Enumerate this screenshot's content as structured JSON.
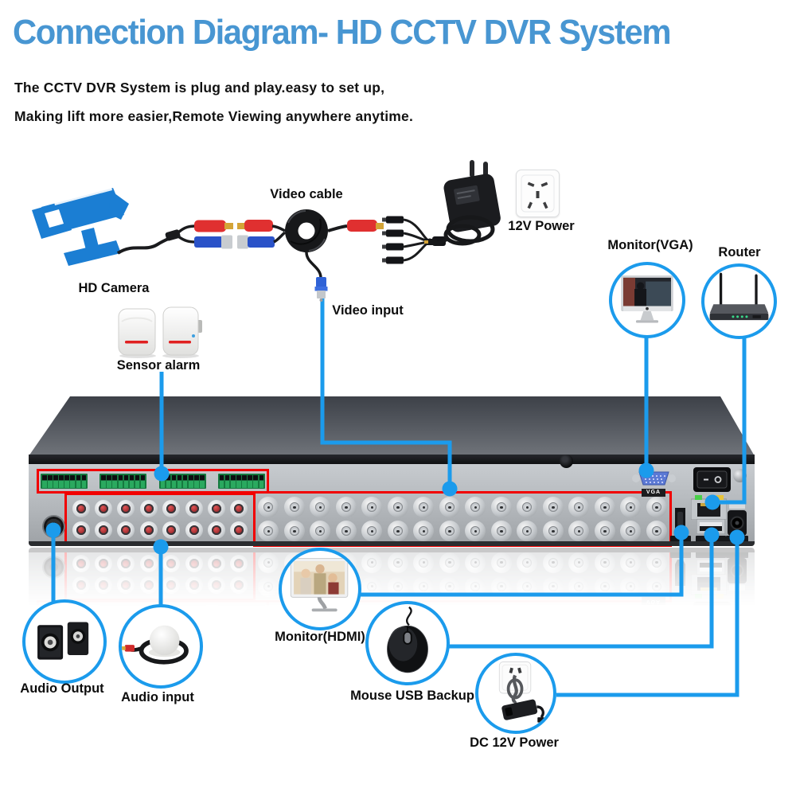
{
  "title": "Connection Diagram- HD CCTV DVR System",
  "subtitle": {
    "line1": "The CCTV DVR System is plug and play.easy to set up,",
    "line2": "Making lift more easier,Remote Viewing anywhere anytime."
  },
  "colors": {
    "title_blue": "#4896d2",
    "accent_blue": "#1b9bec",
    "highlight_red": "#f10000",
    "camera_blue": "#1b7ed3"
  },
  "components": {
    "hd_camera": {
      "label": "HD Camera"
    },
    "sensor_alarm": {
      "label": "Sensor alarm"
    },
    "video_cable": {
      "label": "Video cable"
    },
    "video_input": {
      "label": "Video input"
    },
    "power_12v": {
      "label": "12V Power"
    },
    "monitor_vga": {
      "label": "Monitor(VGA)"
    },
    "router": {
      "label": "Router"
    },
    "audio_output": {
      "label": "Audio Output"
    },
    "audio_input": {
      "label": "Audio input"
    },
    "monitor_hdmi": {
      "label": "Monitor(HDMI)"
    },
    "mouse_usb": {
      "label": "Mouse USB Backup"
    },
    "dc_power": {
      "label": "DC 12V Power"
    }
  },
  "dvr": {
    "vga_port_label": "VGA",
    "ports": {
      "alarm_terminal_groups": 4,
      "terminals_per_group": 8,
      "rca_rows": 2,
      "rca_cols": 8,
      "bnc_rows": 2,
      "bnc_cols": 16
    }
  }
}
